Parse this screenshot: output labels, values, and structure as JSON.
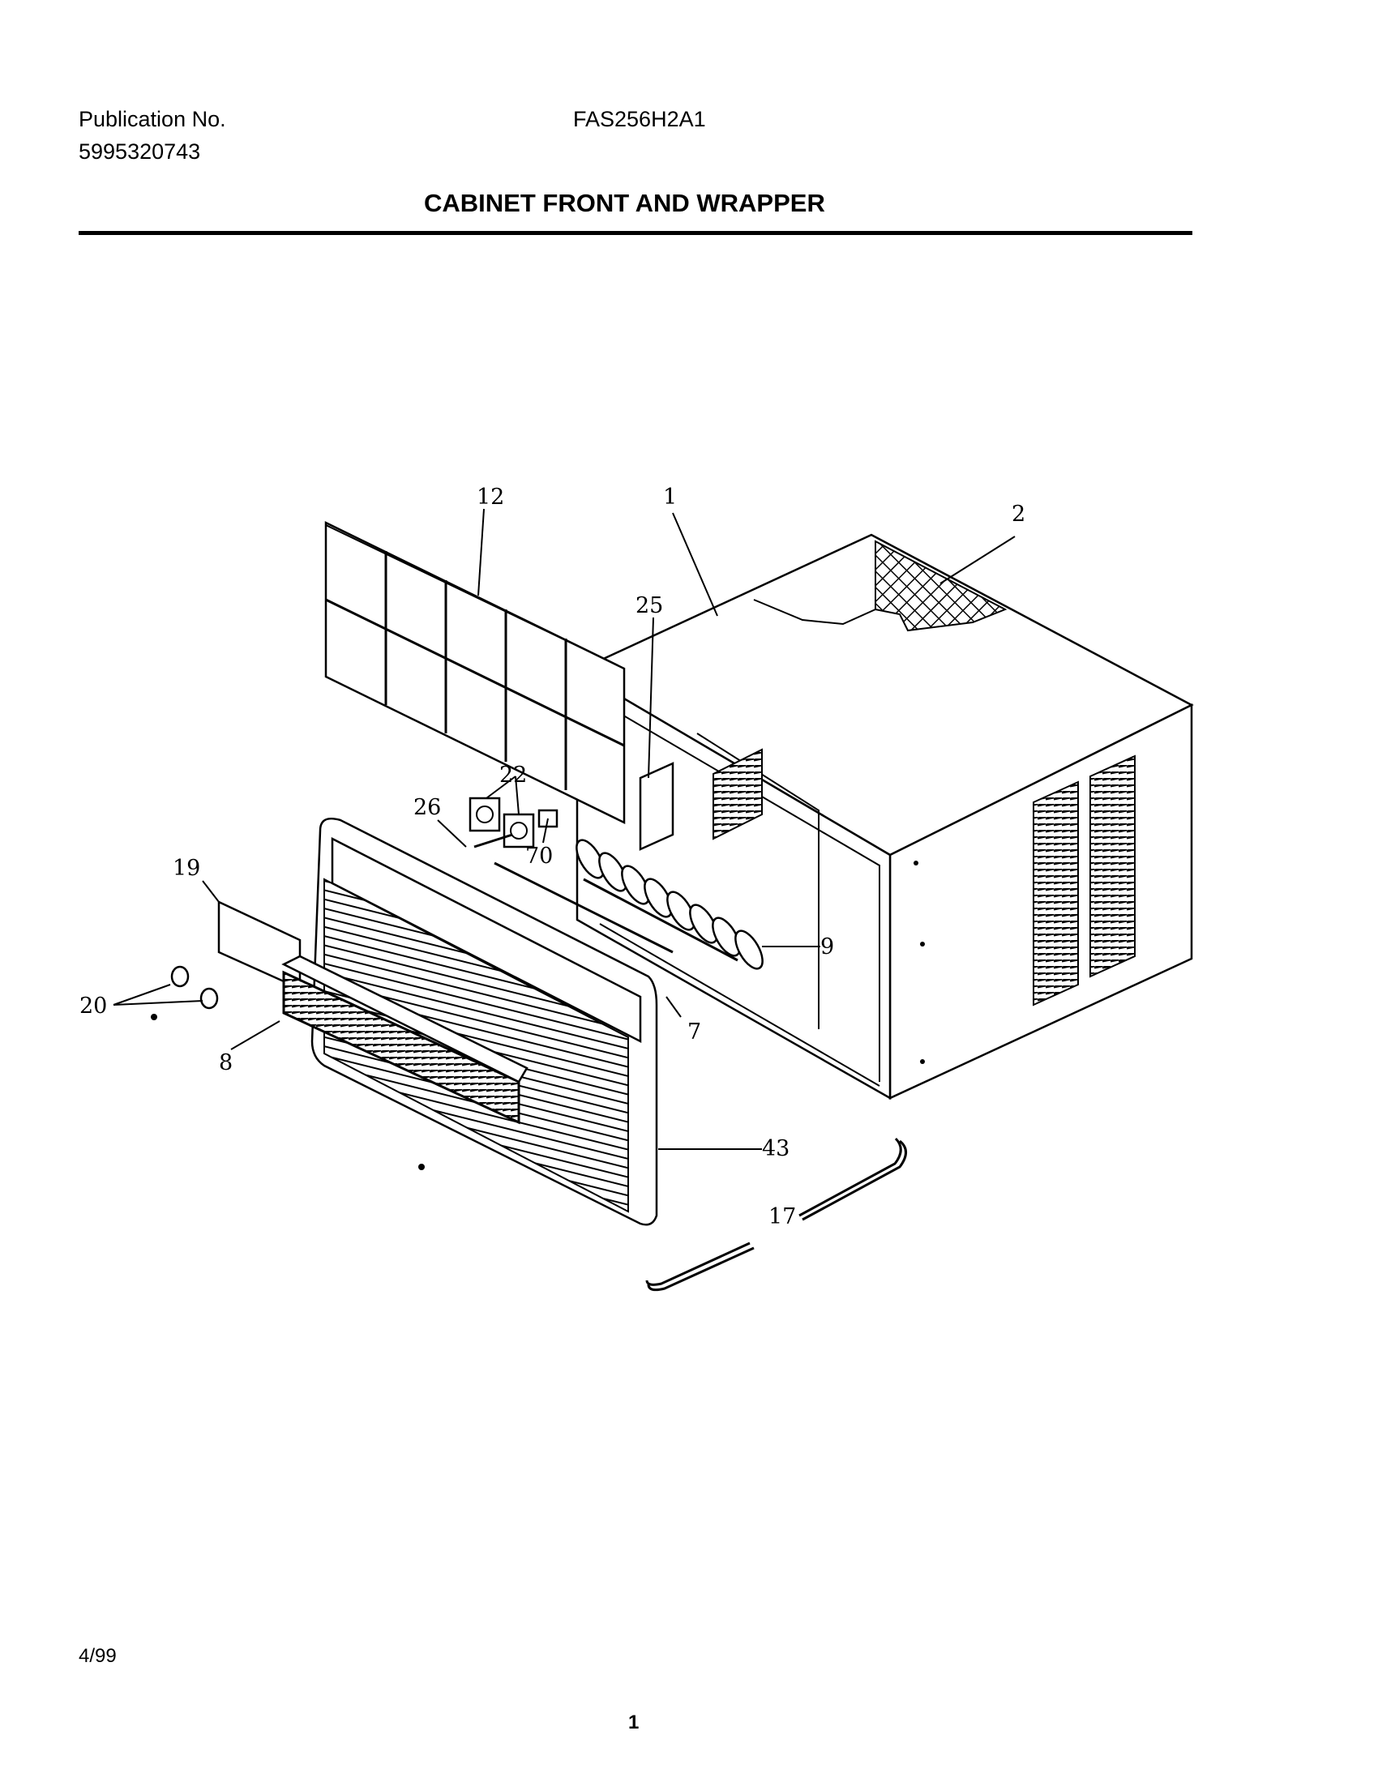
{
  "header": {
    "publication_label": "Publication No.",
    "publication_number": "5995320743",
    "model_number": "FAS256H2A1",
    "title": "CABINET FRONT AND WRAPPER"
  },
  "diagram": {
    "callouts": [
      "12",
      "1",
      "2",
      "25",
      "22",
      "26",
      "19",
      "70",
      "9",
      "20",
      "7",
      "8",
      "43",
      "17"
    ]
  },
  "footer": {
    "date": "4/99",
    "page_number": "1"
  }
}
